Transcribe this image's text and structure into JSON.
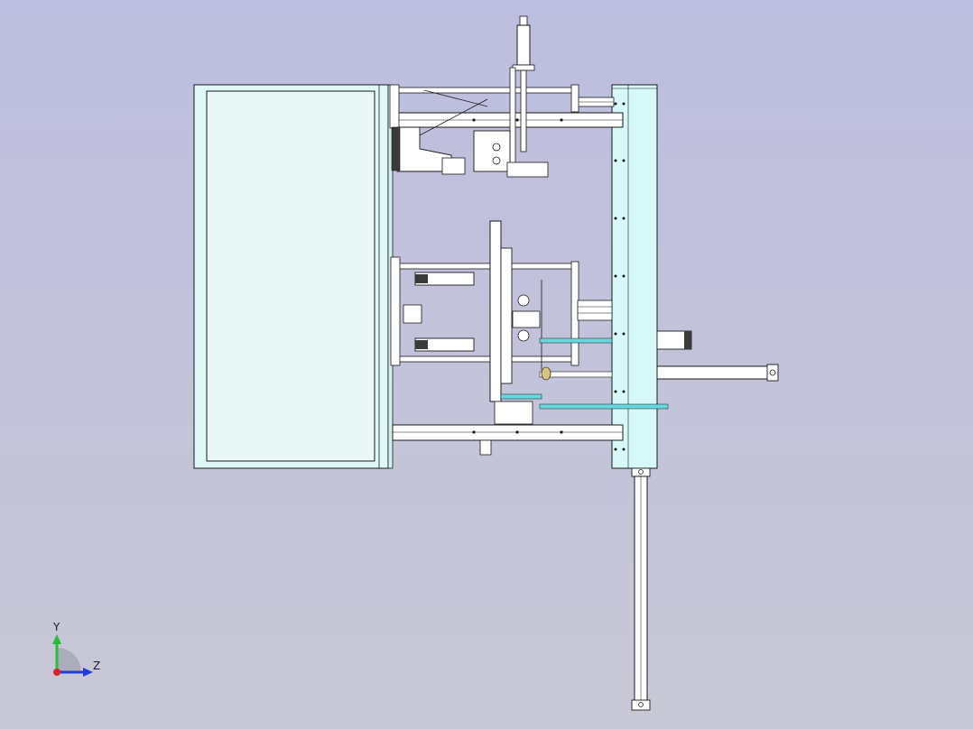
{
  "view": {
    "background_top": "#bdbddf",
    "background_bottom": "#c8c8d6"
  },
  "colors": {
    "panel_fill": "#dff8f8",
    "panel_inner": "#eaf7f7",
    "column_fill": "#d7f8f8",
    "part_fill": "#ffffff",
    "line": "#1a1a1a",
    "cyan_rod": "#66d8e0",
    "brass": "#d8c47a"
  },
  "triad": {
    "y_label": "Y",
    "z_label": "Z",
    "y_color": "#22c033",
    "z_color": "#1f3ae0",
    "origin_color": "#e02020"
  },
  "parts": [
    "front-panel",
    "right-column",
    "upper-crossbar",
    "lower-crossbar",
    "center-carriage",
    "vertical-cylinder",
    "side-cylinder",
    "bottom-rail",
    "upper-gripper"
  ]
}
